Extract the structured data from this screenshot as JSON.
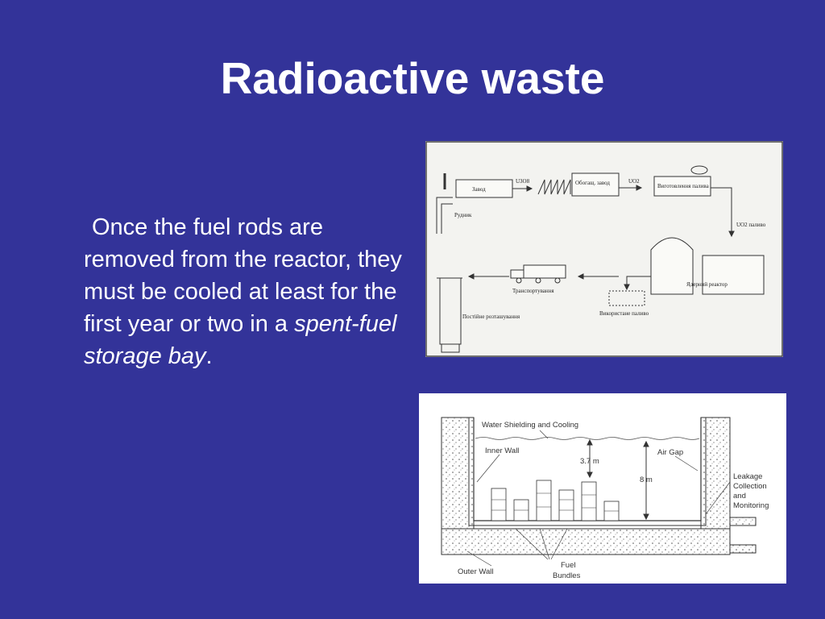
{
  "slide": {
    "title": "Radioactive waste",
    "body": {
      "part1": "Once the fuel rods are removed from the reactor, they must be cooled at least for the first year or two in a ",
      "emphasis": "spent-fuel storage bay",
      "part2": "."
    }
  },
  "figure_fuel_cycle": {
    "labels": {
      "mine": "Рудник",
      "plant": "Завод",
      "u3o8": "U3O8",
      "enrichment": "Обогащ. завод",
      "uo2": "UO2",
      "fuel_fabrication": "Виготовлення палива",
      "uo2_fuel": "UO2 паливо",
      "reactor": "Ядерний реактор",
      "transport": "Транспортування",
      "spent_fuel": "Використане паливо",
      "permanent_storage": "Постійне розташування"
    }
  },
  "figure_storage_bay": {
    "labels": {
      "water": "Water Shielding and Cooling",
      "inner_wall": "Inner Wall",
      "depth_water": "3.7 m",
      "air_gap": "Air Gap",
      "depth_total": "8 m",
      "leakage": "Leakage",
      "collection": "Collection",
      "and": "and",
      "monitoring": "Monitoring",
      "outer_wall": "Outer Wall",
      "fuel": "Fuel",
      "bundles": "Bundles"
    }
  }
}
